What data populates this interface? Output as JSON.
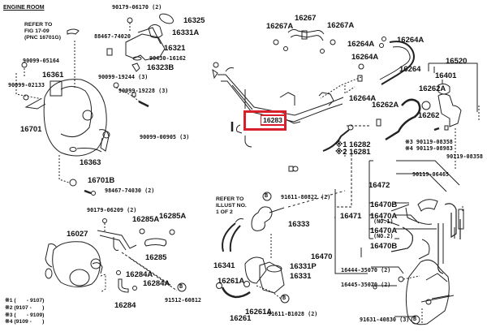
{
  "diagram": {
    "section_title": "ENGINE ROOM",
    "highlight": {
      "part_number": "16283",
      "color": "#d8202c"
    },
    "refer_notes": [
      {
        "id": "refer-fig",
        "lines": [
          "REFER TO",
          "FIG 17-09",
          "(PNC 16701G)"
        ]
      },
      {
        "id": "refer-illust",
        "lines": [
          "REFER TO",
          "ILLUST NO.",
          "1 OF 2"
        ]
      }
    ],
    "labels": [
      {
        "id": "p90179-06170",
        "text": "90179-06170 (2)"
      },
      {
        "id": "p16325",
        "text": "16325"
      },
      {
        "id": "p88467-74020",
        "text": "88467-74020"
      },
      {
        "id": "p16331A",
        "text": "16331A"
      },
      {
        "id": "p16321",
        "text": "16321"
      },
      {
        "id": "p90430-16162",
        "text": "90430-16162"
      },
      {
        "id": "p16323B",
        "text": "16323B"
      },
      {
        "id": "p90099-05164",
        "text": "90099-05164"
      },
      {
        "id": "p16361",
        "text": "16361"
      },
      {
        "id": "p90099-02133",
        "text": "90099-02133"
      },
      {
        "id": "p90099-19244",
        "text": "90099-19244 (3)"
      },
      {
        "id": "p90099-19228",
        "text": "90099-19228 (3)"
      },
      {
        "id": "p16701",
        "text": "16701"
      },
      {
        "id": "p90099-00905",
        "text": "90099-00905 (3)"
      },
      {
        "id": "p16363",
        "text": "16363"
      },
      {
        "id": "p16701B",
        "text": "16701B"
      },
      {
        "id": "p98467-74030",
        "text": "98467-74030 (2)"
      },
      {
        "id": "p90179-06209",
        "text": "90179-06209 (2)"
      },
      {
        "id": "p16285A-1",
        "text": "16285A"
      },
      {
        "id": "p16285A-2",
        "text": "16285A"
      },
      {
        "id": "p16027",
        "text": "16027"
      },
      {
        "id": "p16285",
        "text": "16285"
      },
      {
        "id": "p16284A-1",
        "text": "16284A"
      },
      {
        "id": "p16284A-2",
        "text": "16284A"
      },
      {
        "id": "p16284",
        "text": "16284"
      },
      {
        "id": "p91512-60812",
        "text": "91512-60812"
      },
      {
        "id": "p16267",
        "text": "16267"
      },
      {
        "id": "p16267A-1",
        "text": "16267A"
      },
      {
        "id": "p16267A-2",
        "text": "16267A"
      },
      {
        "id": "p16264A-1",
        "text": "16264A"
      },
      {
        "id": "p16264A-2",
        "text": "16264A"
      },
      {
        "id": "p16264A-3",
        "text": "16264A"
      },
      {
        "id": "p16264A-4",
        "text": "16264A"
      },
      {
        "id": "p16264",
        "text": "16264"
      },
      {
        "id": "p16520",
        "text": "16520"
      },
      {
        "id": "p16401",
        "text": "16401"
      },
      {
        "id": "p16262A-1",
        "text": "16262A"
      },
      {
        "id": "p16262A-2",
        "text": "16262A"
      },
      {
        "id": "p16262",
        "text": "16262"
      },
      {
        "id": "p16282",
        "text": "※1 16282"
      },
      {
        "id": "p16281",
        "text": "※2 16281"
      },
      {
        "id": "p90119-08358-a",
        "text": "※3 90119-08358"
      },
      {
        "id": "p90119-08983",
        "text": "※4 90119-08983"
      },
      {
        "id": "p90119-08358-b",
        "text": "90119-08358"
      },
      {
        "id": "p90119-06465",
        "text": "90119-06465"
      },
      {
        "id": "p16472",
        "text": "16472"
      },
      {
        "id": "p16470B-1",
        "text": "16470B"
      },
      {
        "id": "p16471",
        "text": "16471"
      },
      {
        "id": "p16470A-1",
        "text": "16470A"
      },
      {
        "id": "p16470A-1-sub",
        "text": "(NO.1)"
      },
      {
        "id": "p16470A-2",
        "text": "16470A"
      },
      {
        "id": "p16470A-2-sub",
        "text": "(NO.2)"
      },
      {
        "id": "p16470B-2",
        "text": "16470B"
      },
      {
        "id": "p16470",
        "text": "16470"
      },
      {
        "id": "p16444-35070",
        "text": "16444-35070 (2)"
      },
      {
        "id": "p16445-35070",
        "text": "16445-35070 (2)"
      },
      {
        "id": "p91631-40830",
        "text": "91631-40830 (3)"
      },
      {
        "id": "p91611-80822",
        "text": "91611-80822 (2)"
      },
      {
        "id": "p16333",
        "text": "16333"
      },
      {
        "id": "p16341",
        "text": "16341"
      },
      {
        "id": "p16331P",
        "text": "16331P"
      },
      {
        "id": "p16331",
        "text": "16331"
      },
      {
        "id": "p16261A-1",
        "text": "16261A"
      },
      {
        "id": "p16261A-2",
        "text": "16261A"
      },
      {
        "id": "p16261",
        "text": "16261"
      },
      {
        "id": "p91611-B1028",
        "text": "91611-B1028 (2)"
      }
    ],
    "reference_markers": [
      "B",
      "B",
      "B",
      "B"
    ],
    "legend": [
      {
        "mark": "※1",
        "range": "(       - 9107)"
      },
      {
        "mark": "※2",
        "range": "(9107 -       )"
      },
      {
        "mark": "※3",
        "range": "(       - 9109)"
      },
      {
        "mark": "※4",
        "range": "(9109 -       )"
      }
    ]
  }
}
